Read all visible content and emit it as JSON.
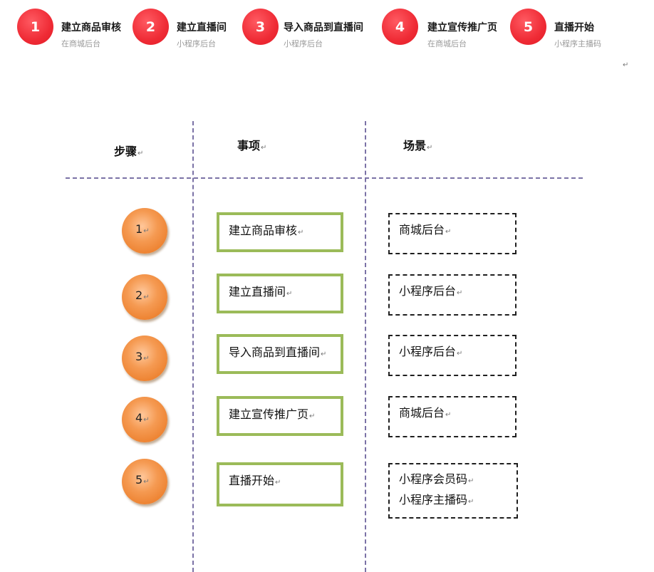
{
  "top_steps": [
    {
      "num": "1",
      "title": "建立商品审核",
      "sub": "在商城后台"
    },
    {
      "num": "2",
      "title": "建立直播间",
      "sub": "小程序后台"
    },
    {
      "num": "3",
      "title": "导入商品到直播间",
      "sub": "小程序后台"
    },
    {
      "num": "4",
      "title": "建立宣传推广页",
      "sub": "在商城后台"
    },
    {
      "num": "5",
      "title": "直播开始",
      "sub": "小程序主播码"
    }
  ],
  "paragraph_mark": "↵",
  "table": {
    "headers": {
      "step": "步骤",
      "item": "事项",
      "scene": "场景"
    },
    "rows": [
      {
        "step": "1",
        "item": "建立商品审核",
        "scene": [
          "商城后台"
        ]
      },
      {
        "step": "2",
        "item": "建立直播间",
        "scene": [
          "小程序后台"
        ]
      },
      {
        "step": "3",
        "item": "导入商品到直播间",
        "scene": [
          "小程序后台"
        ]
      },
      {
        "step": "4",
        "item": "建立宣传推广页",
        "scene": [
          "商城后台"
        ]
      },
      {
        "step": "5",
        "item": "直播开始",
        "scene": [
          "小程序会员码",
          "小程序主播码"
        ]
      }
    ]
  },
  "colors": {
    "top_circle": "#e21c27",
    "step_circle": "#ec7f2c",
    "item_border": "#9bbb59",
    "divider": "#7b72a6"
  }
}
